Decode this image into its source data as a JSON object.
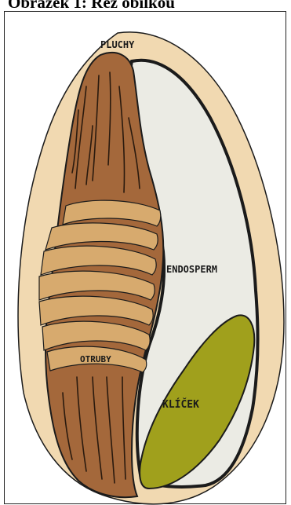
{
  "figure": {
    "caption": "Obrázek 1: Řez obilkou",
    "labels": {
      "husk": "PLUCHY",
      "endosperm": "ENDOSPERM",
      "bran": "OTRUBY",
      "germ": "KLÍČEK"
    },
    "colors": {
      "husk": "#f1d9b1",
      "bran": "#a4683b",
      "bran_layers": "#d7aa6e",
      "endosperm": "#ebebe4",
      "germ": "#a0a01c",
      "outline": "#1b1b1b"
    }
  }
}
